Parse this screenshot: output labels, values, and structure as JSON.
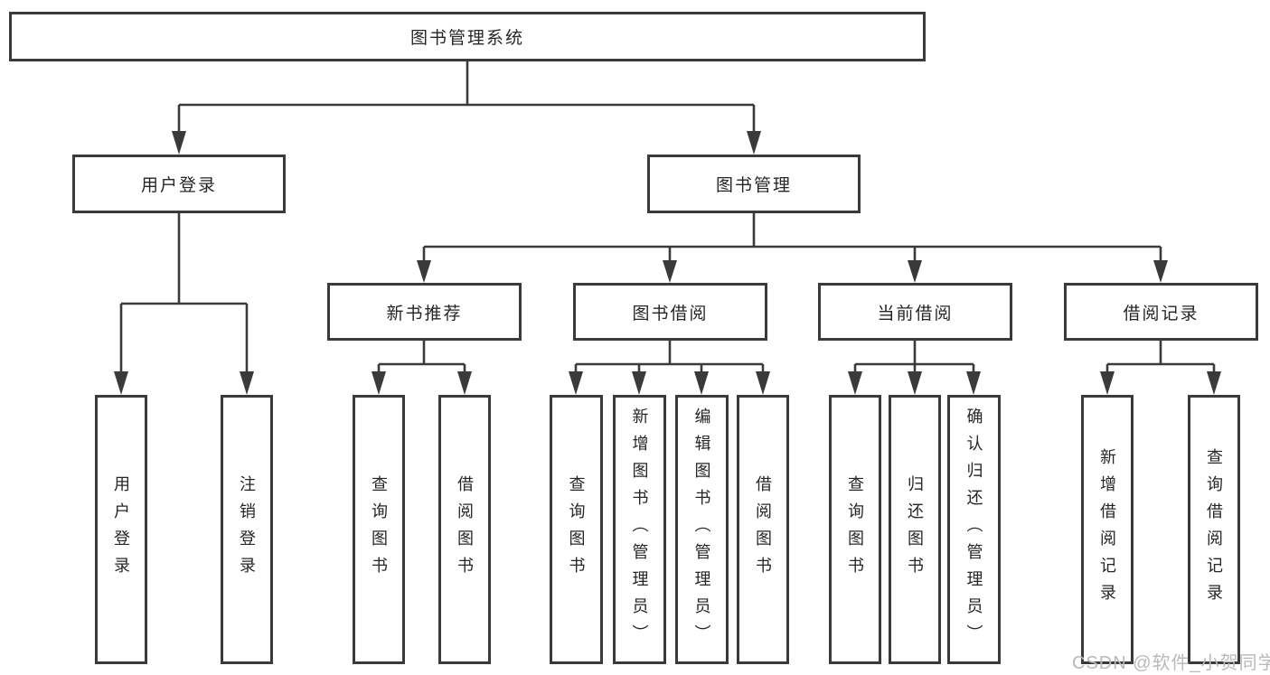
{
  "diagram": {
    "root": {
      "label": "图书管理系统"
    },
    "level1": [
      {
        "label": "用户登录"
      },
      {
        "label": "图书管理"
      }
    ],
    "level2": [
      {
        "label": "新书推荐"
      },
      {
        "label": "图书借阅"
      },
      {
        "label": "当前借阅"
      },
      {
        "label": "借阅记录"
      }
    ],
    "leaves": {
      "user_login": [
        {
          "label": "用户登录"
        },
        {
          "label": "注销登录"
        }
      ],
      "new_book_recommend": [
        {
          "label": "查询图书"
        },
        {
          "label": "借阅图书"
        }
      ],
      "book_borrow": [
        {
          "label": "查询图书"
        },
        {
          "label": "新增图书（管理员）"
        },
        {
          "label": "编辑图书（管理员）"
        },
        {
          "label": "借阅图书"
        }
      ],
      "current_borrow": [
        {
          "label": "查询图书"
        },
        {
          "label": "归还图书"
        },
        {
          "label": "确认归还（管理员）"
        }
      ],
      "borrow_record": [
        {
          "label": "新增借阅记录"
        },
        {
          "label": "查询借阅记录"
        }
      ]
    },
    "watermark": {
      "text": "CSDN @软件_小贺同学"
    },
    "colors": {
      "line": "#3a3a3a",
      "box_border": "#3a3a3a",
      "box_fill": "#ffffff",
      "text": "#262626",
      "watermark": "#b9b9b9",
      "background": "#ffffff"
    }
  }
}
